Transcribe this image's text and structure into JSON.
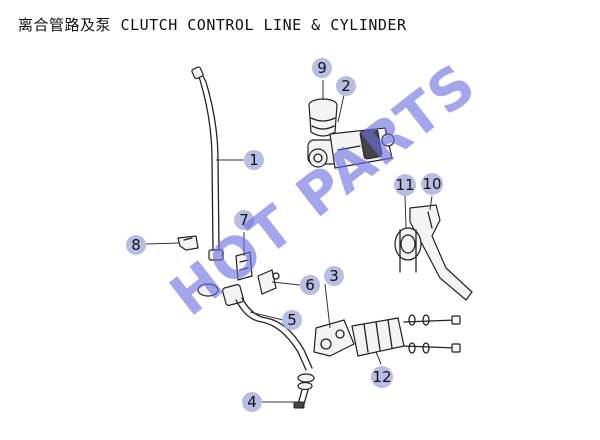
{
  "title": {
    "chinese": "离合管路及泵",
    "english": "CLUTCH CONTROL LINE & CYLINDER"
  },
  "watermark": "HOT PARTS",
  "callouts": [
    {
      "id": "1",
      "label": "1"
    },
    {
      "id": "2",
      "label": "2"
    },
    {
      "id": "3",
      "label": "3"
    },
    {
      "id": "4",
      "label": "4"
    },
    {
      "id": "5",
      "label": "5"
    },
    {
      "id": "6",
      "label": "6"
    },
    {
      "id": "7",
      "label": "7"
    },
    {
      "id": "8",
      "label": "8"
    },
    {
      "id": "9",
      "label": "9"
    },
    {
      "id": "10",
      "label": "10"
    },
    {
      "id": "11",
      "label": "11"
    },
    {
      "id": "12",
      "label": "12"
    }
  ],
  "colors": {
    "callout_fill": "#b8bde3",
    "watermark": "#6a6fe0",
    "line": "#222222"
  }
}
